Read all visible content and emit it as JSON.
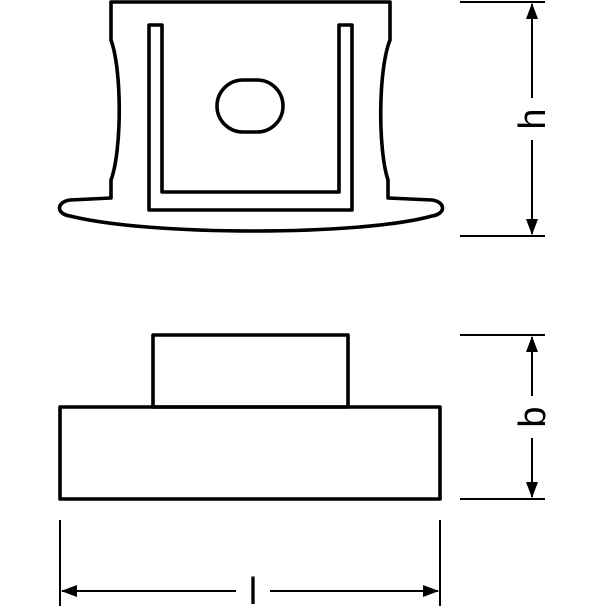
{
  "drawing": {
    "stroke_color": "#000000",
    "background_color": "#ffffff",
    "dimensions": {
      "height_label": "h",
      "depth_label": "b",
      "length_label": "l"
    }
  }
}
